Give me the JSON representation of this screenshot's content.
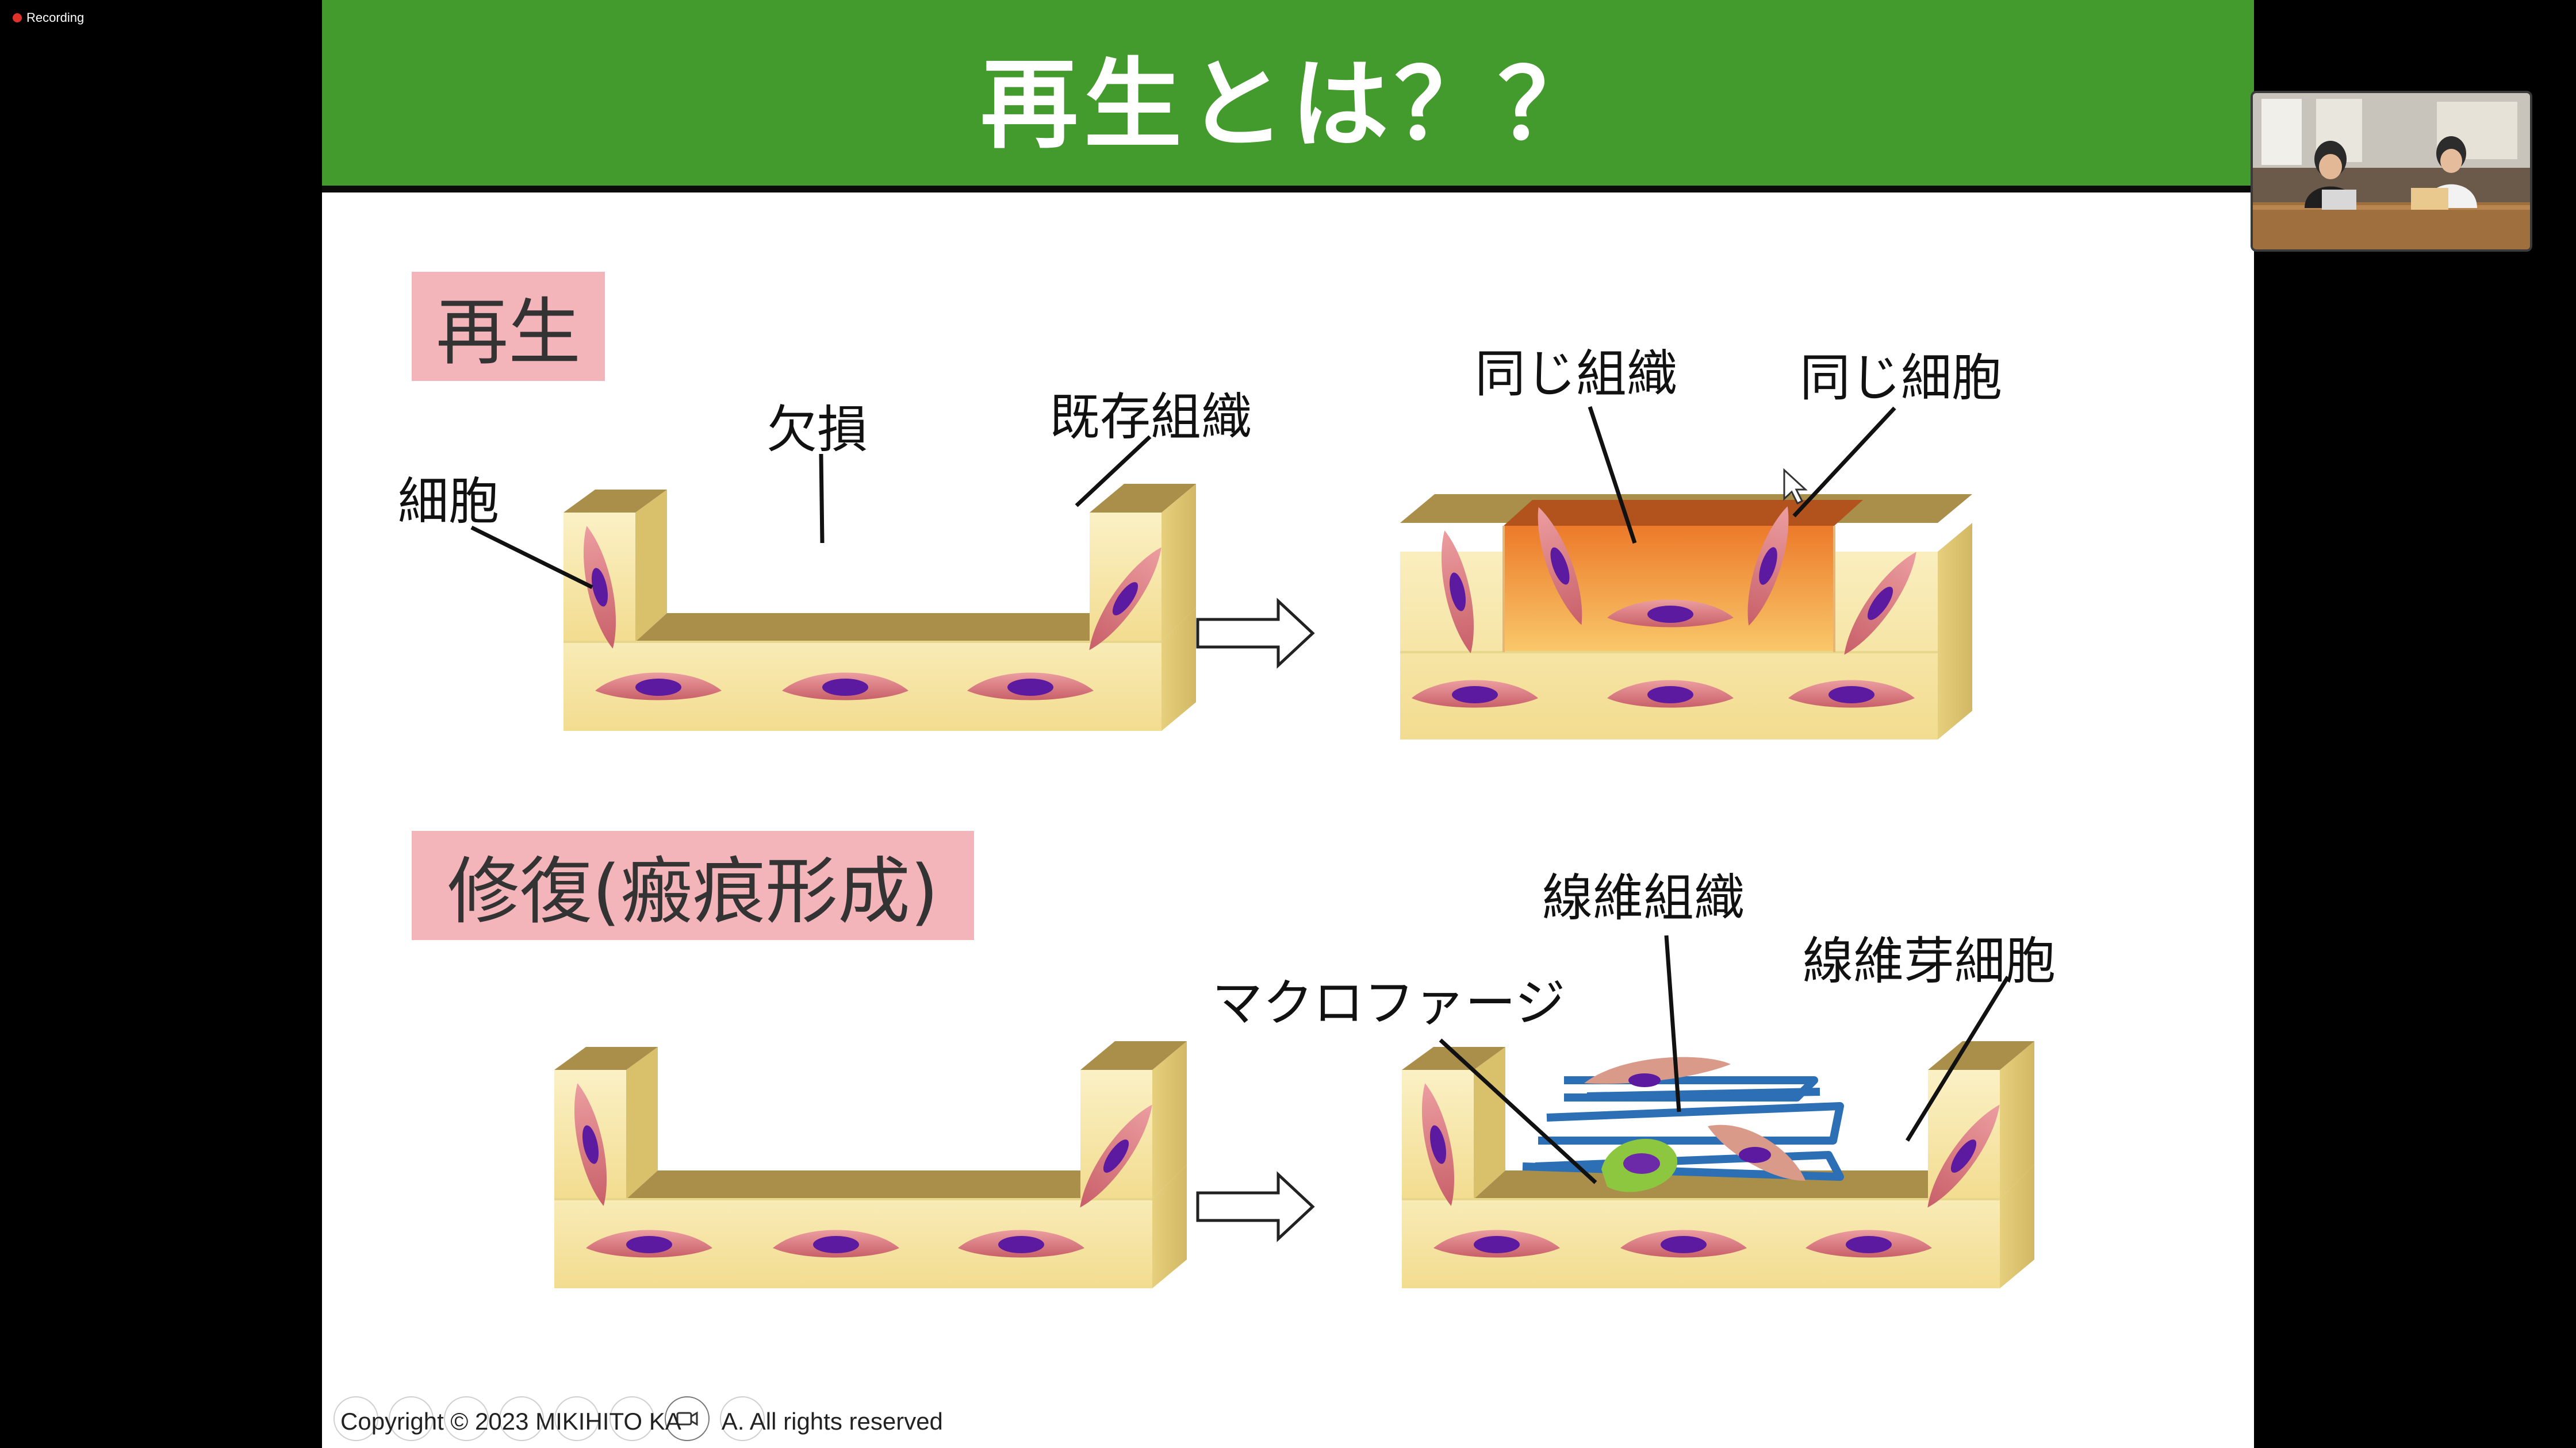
{
  "recording": {
    "label": "Recording"
  },
  "slide": {
    "title": "再生とは？？",
    "sections": {
      "regeneration": {
        "label": "再生",
        "annotations": {
          "cell": "細胞",
          "defect": "欠損",
          "existing_tissue": "既存組織",
          "same_tissue": "同じ組織",
          "same_cell": "同じ細胞"
        }
      },
      "repair": {
        "label": "修復(瘢痕形成)",
        "annotations": {
          "fibrous_tissue": "線維組織",
          "macrophage": "マクロファージ",
          "fibroblast": "線維芽細胞"
        }
      }
    },
    "footer": "Copyright © 2023 MIKIHITO KA      A. All rights reserved"
  },
  "colors": {
    "title_bar": "#439a2d",
    "label_box": "#f3b5b9",
    "tissue_top": "#a98f4a",
    "tissue_front": "#f7e7a8",
    "cell_body": "#d9777d",
    "nucleus": "#5b1aa0",
    "fiber": "#2d6fb5",
    "macrophage": "#8dc63f"
  },
  "video": {
    "participants": 2
  }
}
